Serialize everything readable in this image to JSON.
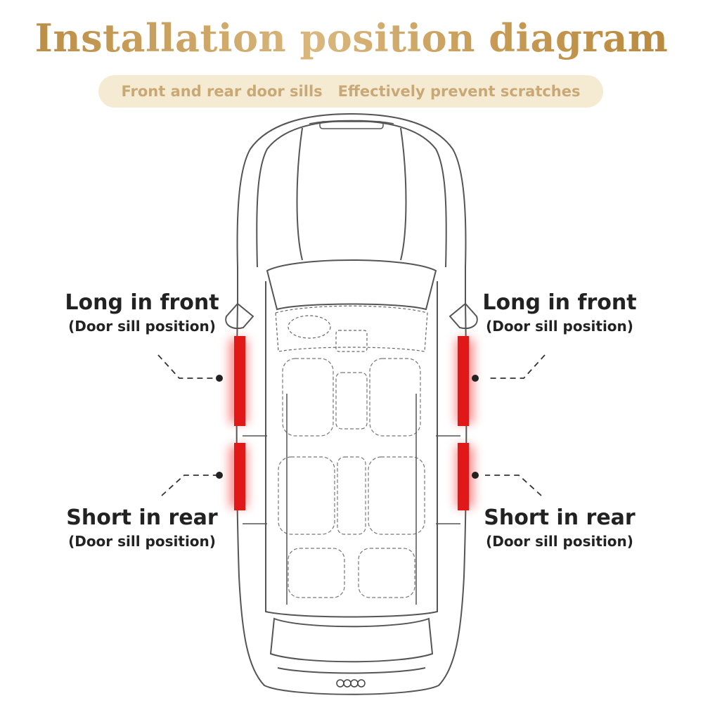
{
  "title": "Installation position diagram",
  "subtitle": "Front and rear door sills   Effectively prevent scratches",
  "labels": {
    "left_front": {
      "main": "Long in front",
      "sub": "(Door sill position)"
    },
    "right_front": {
      "main": "Long in front",
      "sub": "(Door sill position)"
    },
    "left_rear": {
      "main": "Short in rear",
      "sub": "(Door sill position)"
    },
    "right_rear": {
      "main": "Short in rear",
      "sub": "(Door sill position)"
    }
  },
  "colors": {
    "title_gold": "#c79b55",
    "pill_background": "#f5ebd3",
    "pill_text": "#c9a876",
    "strip_red": "#e01818",
    "car_outline": "#555555"
  }
}
